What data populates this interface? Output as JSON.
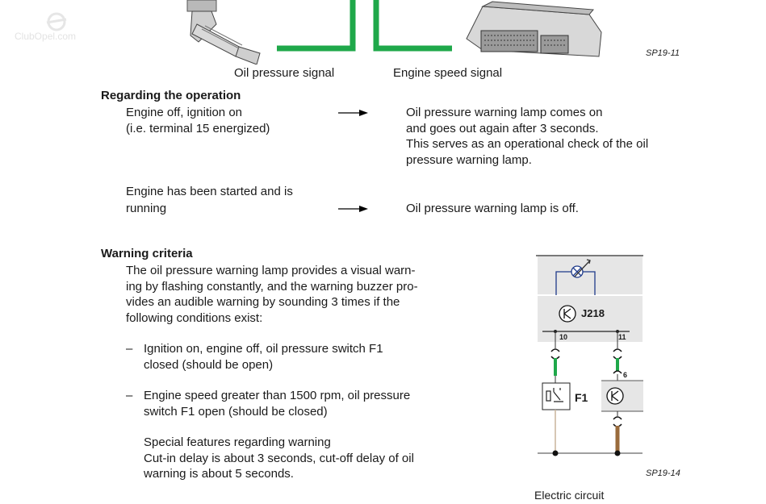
{
  "watermark": "ClubOpel.com",
  "top_figure": {
    "ref": "SP19-11",
    "caption_left": "Oil pressure signal",
    "caption_right": "Engine speed signal",
    "wire_color": "#1fa84a"
  },
  "operation": {
    "heading": "Regarding the operation",
    "rows": [
      {
        "condition": [
          "Engine off, ignition on",
          "(i.e. terminal 15 energized)"
        ],
        "result": [
          "Oil pressure warning lamp comes on",
          "and goes out again after 3 seconds.",
          "This serves as an operational check of the oil",
          "pressure warning lamp."
        ]
      },
      {
        "condition": [
          "Engine has been started and is",
          "running"
        ],
        "result": [
          "Oil pressure warning lamp is off."
        ]
      }
    ]
  },
  "warning": {
    "heading": "Warning criteria",
    "intro": [
      "The oil pressure warning lamp provides a visual warn-",
      "ing by flashing constantly, and the warning buzzer pro-",
      "vides an audible warning by sounding 3 times if the",
      "following conditions exist:"
    ],
    "bullets": [
      {
        "dash": "–",
        "lines": [
          "Ignition on, engine off, oil pressure switch F1",
          "closed (should be open)"
        ]
      },
      {
        "dash": "–",
        "lines": [
          "Engine speed greater than 1500 rpm, oil pressure",
          "switch F1 open (should be closed)"
        ]
      }
    ],
    "special": [
      "Special features regarding warning",
      "Cut-in delay is about 3 seconds, cut-off delay of oil",
      "warning is about 5 seconds."
    ]
  },
  "circuit": {
    "ref": "SP19-14",
    "caption": "Electric circuit",
    "module_label": "J218",
    "switch_label": "F1",
    "pin_left": "10",
    "pin_right": "11",
    "pin_connector": "6",
    "wire_green": "#1fa84a",
    "wire_brown": "#9a6b3c",
    "wire_tan": "#c9b49a",
    "panel_gray": "#e6e6e6"
  }
}
